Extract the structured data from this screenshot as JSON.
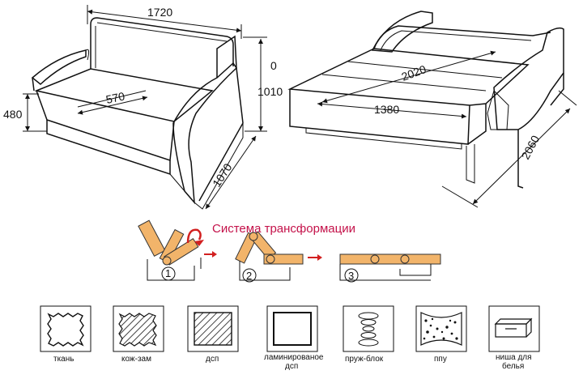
{
  "dimensions": {
    "sofa_width": "1720",
    "sofa_height_total": "1010",
    "sofa_seat_height": "480",
    "sofa_seat_depth": "570",
    "sofa_depth": "1070",
    "sofa_zero_mark": "0",
    "bed_length": "2020",
    "bed_width": "1380",
    "bed_total_length": "2060"
  },
  "transformation": {
    "title": "Система трансформации",
    "steps": [
      "1",
      "2",
      "3"
    ]
  },
  "legend": [
    {
      "label": "ткань",
      "icon": "fabric-icon"
    },
    {
      "label": "кож-зам",
      "icon": "leatherette-icon"
    },
    {
      "label": "дсп",
      "icon": "chipboard-icon"
    },
    {
      "label": "ламинированое дсп",
      "icon": "laminated-chipboard-icon"
    },
    {
      "label": "пруж-блок",
      "icon": "spring-block-icon"
    },
    {
      "label": "ппу",
      "icon": "foam-icon"
    },
    {
      "label": "ниша для белья",
      "icon": "linen-drawer-icon"
    }
  ],
  "colors": {
    "wood": "#f2b46a",
    "accent": "#c4124a",
    "arrow": "#d22020"
  }
}
